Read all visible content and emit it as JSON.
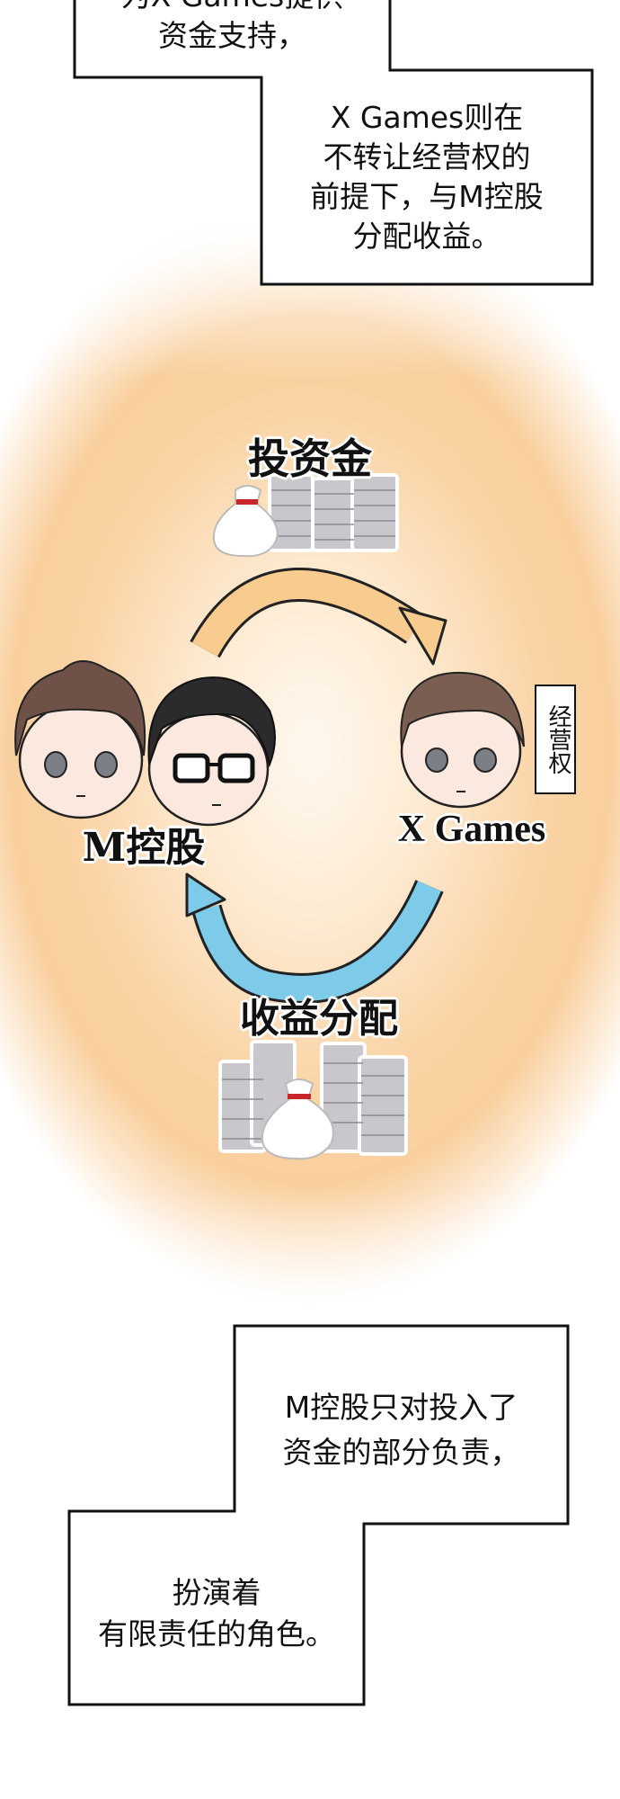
{
  "captions": {
    "box1": {
      "line1": "为X Games提供",
      "line2": "资金支持，"
    },
    "box2": {
      "line1": "X Games则在",
      "line2": "不转让经营权的",
      "line3": "前提下，与M控股",
      "line4": "分配收益。"
    },
    "box3": {
      "line1": "M控股只对投入了",
      "line2": "资金的部分负责，"
    },
    "box4": {
      "line1": "扮演着",
      "line2": "有限责任的角色。"
    }
  },
  "diagram": {
    "top_label": "投资金",
    "bottom_label": "收益分配",
    "left_entity": "M控股",
    "right_entity": "X Games",
    "right_tag": "经营权",
    "colors": {
      "invest_arrow": "#f8cb8f",
      "return_arrow": "#7ecbe9",
      "background": "#f9cf9d"
    }
  }
}
